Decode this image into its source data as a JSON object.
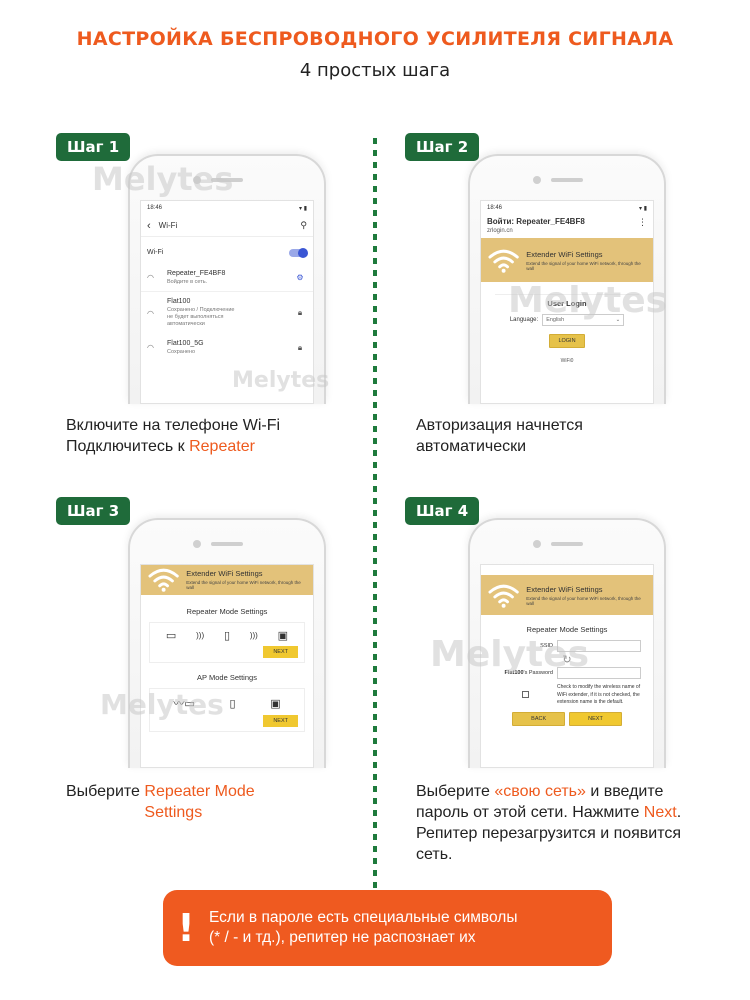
{
  "header": {
    "title": "НАСТРОЙКА БЕСПРОВОДНОГО УСИЛИТЕЛЯ СИГНАЛА",
    "subtitle": "4 простых шага"
  },
  "watermark": "Melytes",
  "steps": [
    {
      "badge": "Шаг 1",
      "caption_line1": "Включите на телефоне Wi-Fi",
      "caption_line2_prefix": "Подключитесь к ",
      "caption_line2_accent": "Repeater",
      "screen": {
        "time": "18:46",
        "title": "Wi-Fi",
        "wifi_label": "Wi-Fi",
        "networks": [
          {
            "name": "Repeater_FE4BF8",
            "status": "Войдите в сеть."
          },
          {
            "name": "Flat100",
            "status": "Сохранено / Подключение не будет выполняться автоматически"
          },
          {
            "name": "Flat100_5G",
            "status": "Сохранено"
          }
        ]
      }
    },
    {
      "badge": "Шаг 2",
      "caption_line1": "Авторизация начнется",
      "caption_line2": "автоматически",
      "screen": {
        "time": "18:46",
        "page_title": "Войти: Repeater_FE4BF8",
        "domain": "zrlogin.cn",
        "banner_title": "Extender WiFi Settings",
        "banner_sub": "Extend the signal of your home WiFi network, through the wall",
        "login_title": "User Login",
        "language_label": "Language:",
        "language_value": "English",
        "login_button": "LOGIN",
        "footer": "WiFi0"
      }
    },
    {
      "badge": "Шаг 3",
      "caption_prefix": "Выберите ",
      "caption_accent": "Repeater Mode Settings",
      "screen": {
        "banner_title": "Extender WiFi Settings",
        "banner_sub": "Extend the signal of your home WiFi network, through the wall",
        "repeater_title": "Repeater Mode Settings",
        "ap_title": "AP Mode Settings",
        "next": "NEXT"
      }
    },
    {
      "badge": "Шаг 4",
      "caption_prefix": "Выберите ",
      "caption_accent1": "«свою сеть»",
      "caption_mid": " и введите",
      "caption_line2_prefix": "пароль от этой сети. Нажмите ",
      "caption_accent2": "Next",
      "caption_line2_suffix": ".",
      "caption_line3": "Репитер перезагрузится и появится",
      "caption_line4": "сеть.",
      "screen": {
        "banner_title": "Extender WiFi Settings",
        "banner_sub": "Extend the signal of your home WiFi network, through the wall",
        "repeater_title": "Repeater Mode Settings",
        "ssid_label": "SSID",
        "password_label_bold": "Flat100",
        "password_label_rest": "'s Password",
        "checkbox_text": "Check to modify the wireless name of WiFi extender, if it is not checked, the extension name is the default.",
        "back": "BACK",
        "next": "NEXT"
      }
    }
  ],
  "notice": {
    "mark": "!",
    "line1": "Если в пароле есть специальные символы",
    "line2": "(* / - и тд.), репитер не распознает их"
  },
  "colors": {
    "accent": "#ee5a1e",
    "badge": "#1f6b3a",
    "notice": "#ef5a20",
    "banner": "#e3c27a"
  }
}
